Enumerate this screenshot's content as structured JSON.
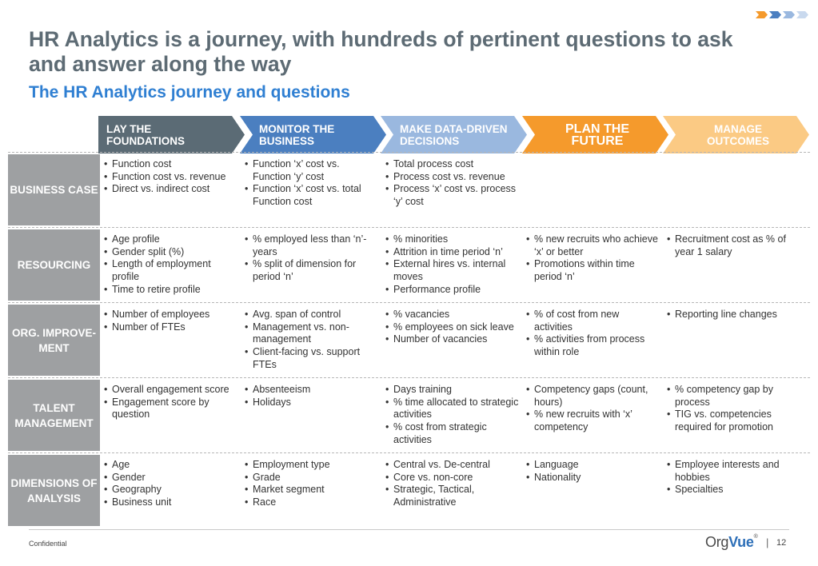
{
  "slide": {
    "title": "HR Analytics is a journey, with hundreds of pertinent questions to ask and answer along the way",
    "subtitle": "The HR Analytics journey and questions"
  },
  "stages": [
    {
      "label": "LAY THE FOUNDATIONS",
      "color": "#5b6b75"
    },
    {
      "label": "MONITOR THE BUSINESS",
      "color": "#4b7fc0"
    },
    {
      "label": "MAKE DATA-DRIVEN DECISIONS",
      "color": "#9ab8df"
    },
    {
      "label": "PLAN THE FUTURE",
      "color": "#f59a2c"
    },
    {
      "label": "MANAGE OUTCOMES",
      "color": "#fbca84"
    }
  ],
  "rows": [
    {
      "label": "BUSINESS CASE",
      "cells": [
        [
          "Function cost",
          "Function cost vs. revenue",
          "Direct vs. indirect cost"
        ],
        [
          "Function ‘x’ cost vs. Function ‘y’ cost",
          "Function ‘x’ cost vs. total Function cost"
        ],
        [
          "Total process cost",
          "Process cost vs. revenue",
          "Process ‘x’ cost vs. process ‘y’ cost"
        ],
        [],
        []
      ]
    },
    {
      "label": "RESOURCING",
      "cells": [
        [
          "Age profile",
          "Gender split (%)",
          "Length of employment profile",
          "Time to retire profile"
        ],
        [
          "% employed less than ‘n’-years",
          "% split of dimension for period ‘n’"
        ],
        [
          "% minorities",
          "Attrition in time period ‘n’",
          "External hires vs. internal moves",
          "Performance profile"
        ],
        [
          "% new recruits who achieve ‘x’ or better",
          "Promotions within time period ‘n’"
        ],
        [
          "Recruitment cost as % of year 1 salary"
        ]
      ]
    },
    {
      "label": "ORG. IMPROVE-MENT",
      "cells": [
        [
          "Number of employees",
          "Number of FTEs"
        ],
        [
          "Avg. span of control",
          "Management vs. non-management",
          "Client-facing vs. support FTEs"
        ],
        [
          "% vacancies",
          "% employees on sick leave",
          "Number of vacancies"
        ],
        [
          "% of cost from new activities",
          "% activities from process within role"
        ],
        [
          "Reporting line changes"
        ]
      ]
    },
    {
      "label": "TALENT MANAGEMENT",
      "cells": [
        [
          "Overall engagement score",
          "Engagement score by question"
        ],
        [
          "Absenteeism",
          "Holidays"
        ],
        [
          "Days training",
          "% time allocated to strategic activities",
          "% cost from strategic activities"
        ],
        [
          "Competency gaps (count, hours)",
          "% new recruits with ‘x’ competency"
        ],
        [
          "% competency gap by process",
          "TIG vs. competencies required for promotion"
        ]
      ]
    },
    {
      "label": "DIMENSIONS OF ANALYSIS",
      "cells": [
        [
          "Age",
          "Gender",
          "Geography",
          "Business unit"
        ],
        [
          "Employment type",
          "Grade",
          "Market segment",
          "Race"
        ],
        [
          "Central vs. De-central",
          "Core vs. non-core",
          "Strategic, Tactical, Administrative"
        ],
        [
          "Language",
          "Nationality"
        ],
        [
          "Employee interests and hobbies",
          "Specialties"
        ]
      ]
    }
  ],
  "footer": {
    "confidential": "Confidential",
    "logo_org": "Org",
    "logo_vue": "Vue",
    "logo_mark": "®",
    "separator": "|",
    "page_number": "12"
  },
  "colors": {
    "title": "#5d6b74",
    "subtitle": "#2f7fd2",
    "row_header": "#9ea0a2",
    "brand_arrows": [
      "#f59a2c",
      "#4b7fc0",
      "#9ab8df",
      "#c9d9ee"
    ]
  }
}
